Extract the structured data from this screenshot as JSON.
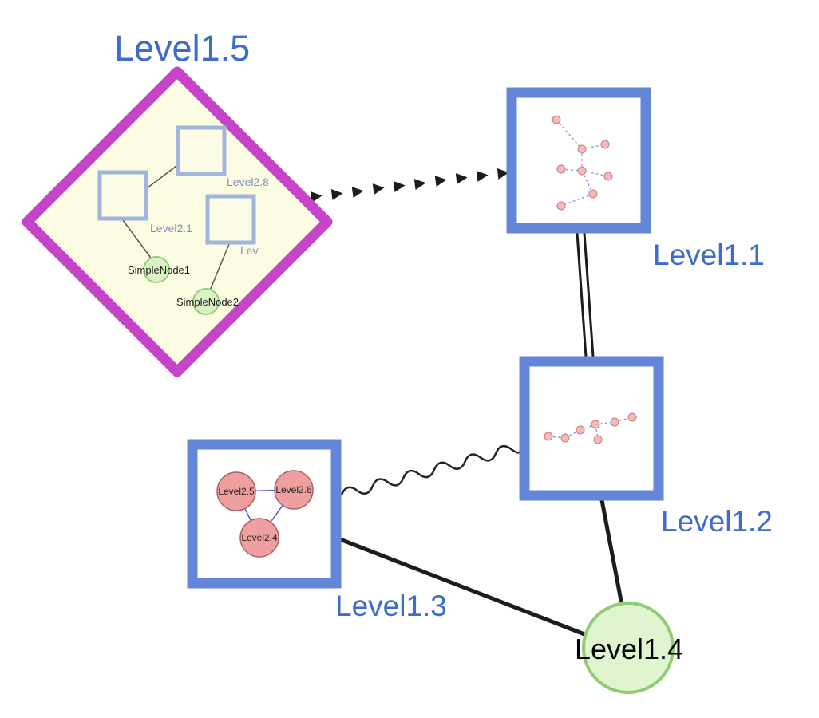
{
  "colors": {
    "label_blue": "#3e6cc9",
    "box_border_blue": "#6486d8",
    "diamond_magenta": "#c544c8",
    "diamond_fill": "#fcfce2",
    "inner_square_border": "#a2b5dd",
    "green_fill": "#d9f2c4",
    "green_border": "#94cd78",
    "pink_fill": "#f2baba",
    "pink_border": "#c97c7c",
    "triangle_node_fill": "#ef9f9f",
    "edge_dark": "#1c1c1c",
    "mini_edge_blue": "#8890d8",
    "inner_label_blue": "#7d8fc9"
  },
  "nodes": {
    "level1_5": {
      "label": "Level1.5",
      "shape": "diamond"
    },
    "level1_1": {
      "label": "Level1.1",
      "shape": "rectangle"
    },
    "level1_2": {
      "label": "Level1.2",
      "shape": "rectangle"
    },
    "level1_3": {
      "label": "Level1.3",
      "shape": "rectangle"
    },
    "level1_4": {
      "label": "Level1.4",
      "shape": "circle"
    }
  },
  "level1_5_children": {
    "level2_1": {
      "label": "Level2.1",
      "shape": "square"
    },
    "level2_8": {
      "label": "Level2.8",
      "shape": "square"
    },
    "level2_x": {
      "label": "Lev",
      "shape": "square"
    },
    "simple_node_1": {
      "label": "SimpleNode1",
      "shape": "circle"
    },
    "simple_node_2": {
      "label": "SimpleNode2",
      "shape": "circle"
    }
  },
  "level1_3_children": {
    "level2_5": {
      "label": "Level2.5"
    },
    "level2_6": {
      "label": "Level2.6"
    },
    "level2_4": {
      "label": "Level2.4"
    }
  },
  "edges": [
    {
      "from": "Level1.5",
      "to": "Level1.1",
      "style": "dashed-arrows"
    },
    {
      "from": "Level1.1",
      "to": "Level1.2",
      "style": "double-line"
    },
    {
      "from": "Level1.3",
      "to": "Level1.2",
      "style": "wavy"
    },
    {
      "from": "Level1.3",
      "to": "Level1.4",
      "style": "solid"
    },
    {
      "from": "Level1.2",
      "to": "Level1.4",
      "style": "solid"
    }
  ]
}
